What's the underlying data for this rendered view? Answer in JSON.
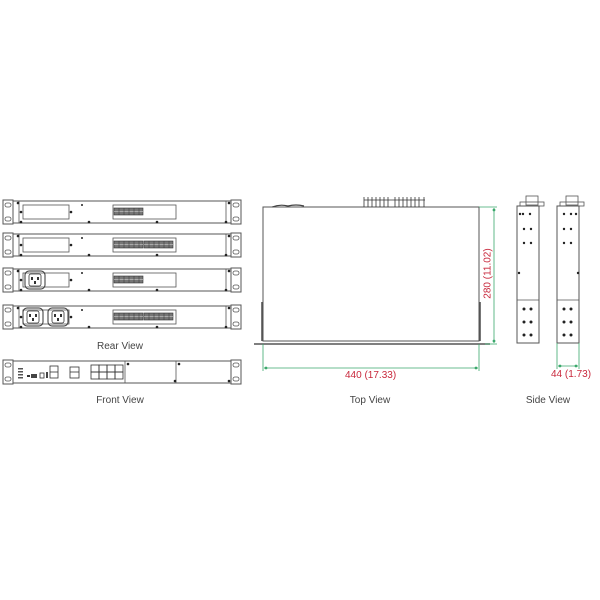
{
  "views": {
    "rear": {
      "label": "Rear View",
      "variants": [
        {
          "power_inlets": 0,
          "terminal_blocks": 1
        },
        {
          "power_inlets": 0,
          "terminal_blocks": 2
        },
        {
          "power_inlets": 1,
          "terminal_blocks": 1
        },
        {
          "power_inlets": 2,
          "terminal_blocks": 2
        }
      ]
    },
    "front": {
      "label": "Front View"
    },
    "top": {
      "label": "Top View",
      "width_dim": "440 (17.33)",
      "depth_dim": "280 (11.02)"
    },
    "side": {
      "label": "Side View",
      "height_dim": "44 (1.73)"
    }
  },
  "colors": {
    "line": "#555555",
    "dimension_line": "#3aa86b",
    "dimension_text": "#c8283c"
  }
}
